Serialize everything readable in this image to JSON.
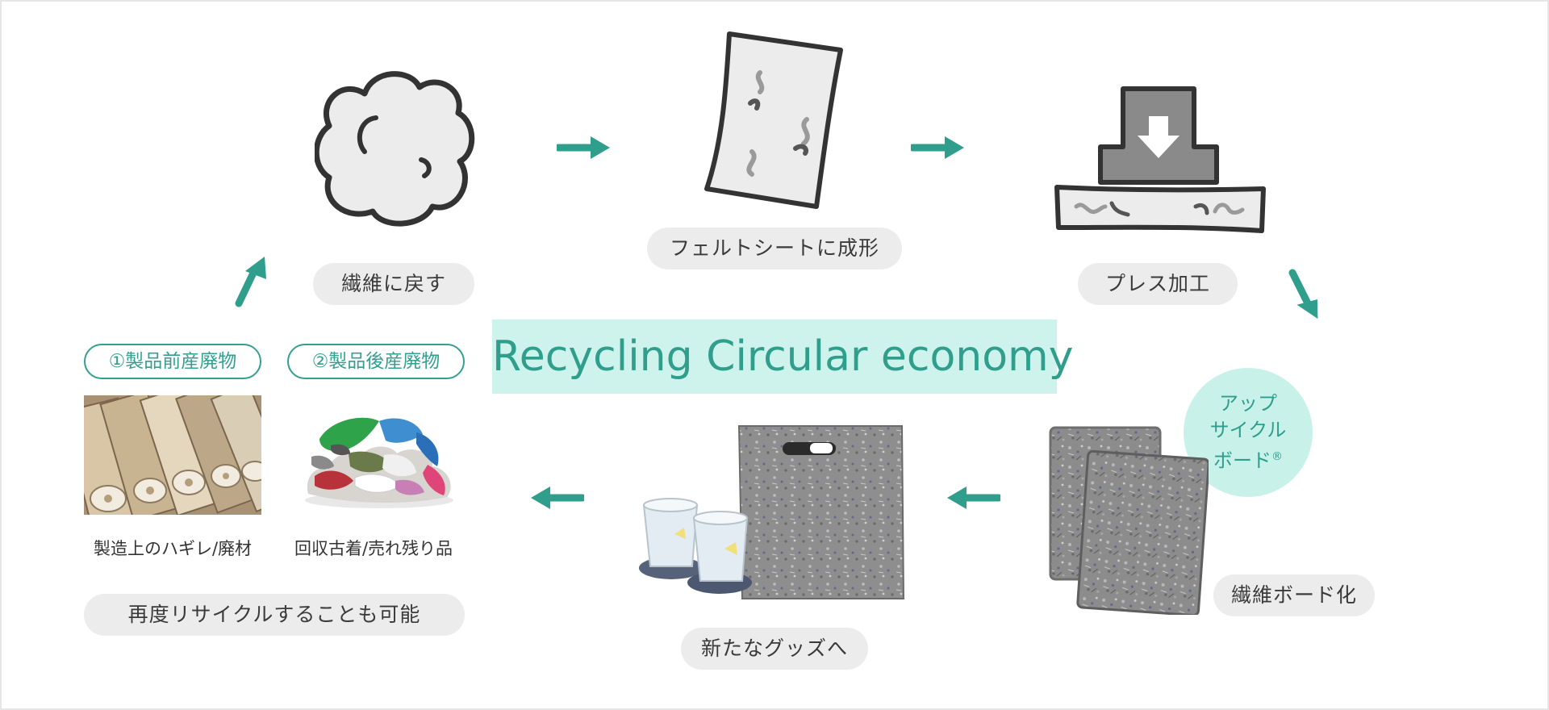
{
  "title": "Recycling Circular economy",
  "steps": {
    "fiber": "繊維に戻す",
    "felt": "フェルトシートに成形",
    "press": "プレス加工",
    "board": "繊維ボード化",
    "goods": "新たなグッズへ",
    "recycle_again": "再度リサイクルすることも可能"
  },
  "badge": {
    "line1": "アップ",
    "line2": "サイクル",
    "line3": "ボード",
    "mark": "®"
  },
  "sources": [
    {
      "tag": "①製品前産廃物",
      "caption": "製造上のハギレ/廃材"
    },
    {
      "tag": "②製品後産廃物",
      "caption": "回収古着/売れ残り品"
    }
  ],
  "colors": {
    "accent": "#2f9e8c",
    "title_bg": "#cdf3ec",
    "pill_bg": "#ececec",
    "line": "#333333"
  },
  "icons": [
    "cotton-icon",
    "felt-sheet-icon",
    "press-icon",
    "arrow-icon"
  ]
}
